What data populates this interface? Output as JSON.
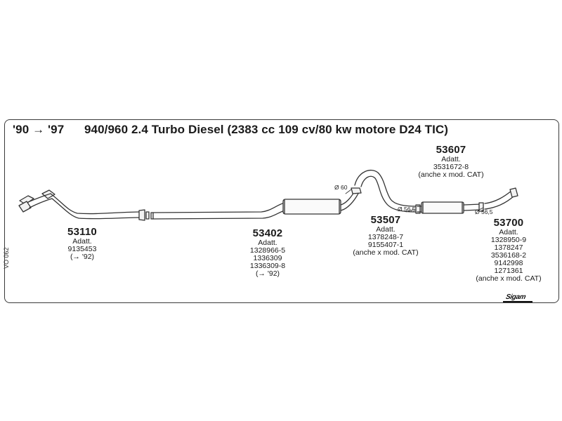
{
  "header": {
    "years": "'90 → '97",
    "title": "940/960 2.4 Turbo Diesel (2383 cc 109 cv/80 kw motore D24 TIC)"
  },
  "side_ref": "VO 062",
  "brand": "Sigam",
  "dimensions": {
    "diam_60": "Ø 60",
    "diam_565_a": "Ø 56,5",
    "diam_565_b": "Ø 56,5"
  },
  "parts": {
    "p53110": {
      "code": "53110",
      "label": "Adatt.",
      "refs": [
        "9135453",
        "(→ '92)"
      ]
    },
    "p53402": {
      "code": "53402",
      "label": "Adatt.",
      "refs": [
        "1328966-5",
        "1336309",
        "1336309-8",
        "(→ '92)"
      ]
    },
    "p53507": {
      "code": "53507",
      "label": "Adatt.",
      "refs": [
        "1378248-7",
        "9155407-1",
        "(anche x mod. CAT)"
      ]
    },
    "p53607": {
      "code": "53607",
      "label": "Adatt.",
      "refs": [
        "3531672-8",
        "(anche x mod. CAT)"
      ]
    },
    "p53700": {
      "code": "53700",
      "label": "Adatt.",
      "refs": [
        "1328950-9",
        "1378247",
        "3536168-2",
        "9142998",
        "1271361",
        "(anche x mod. CAT)"
      ]
    }
  }
}
